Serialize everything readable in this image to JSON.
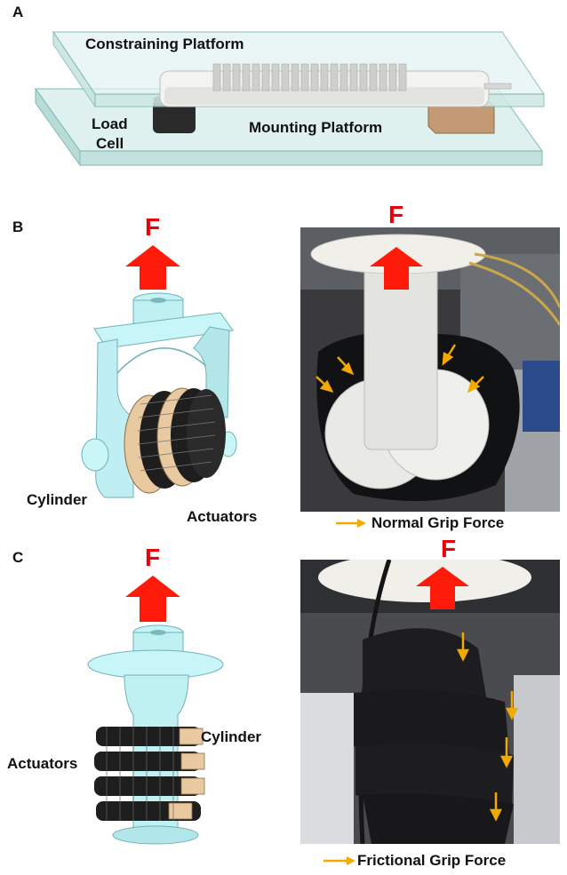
{
  "panels": {
    "a": {
      "letter": "A",
      "constraining_label": "Constraining Platform",
      "mounting_label": "Mounting Platform",
      "loadcell_label_1": "Load",
      "loadcell_label_2": "Cell"
    },
    "b": {
      "letter": "B",
      "force_label": "F",
      "photo_force_label": "F",
      "cylinder_label": "Cylinder",
      "actuators_label": "Actuators",
      "legend_label": "Normal Grip Force"
    },
    "c": {
      "letter": "C",
      "force_label": "F",
      "photo_force_label": "F",
      "cylinder_label": "Cylinder",
      "actuators_label": "Actuators",
      "legend_label": "Frictional Grip Force"
    }
  },
  "colors": {
    "force_arrow": "#ff1a0a",
    "grip_arrow": "#f2a900",
    "cyan_part": "#bff2f4",
    "actuator_dark": "#1e1e1e",
    "actuator_tan": "#e8c9a0",
    "glass": "#cfe9e6"
  }
}
